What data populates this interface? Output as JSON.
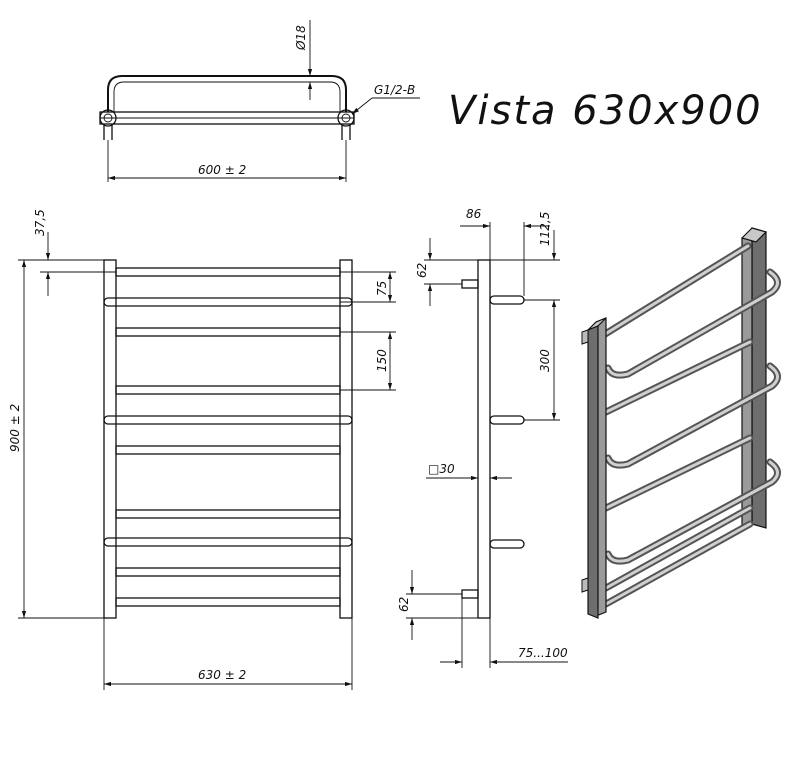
{
  "title": "Vista 630x900",
  "dimensions": {
    "pipe_diameter": "Ø18",
    "thread": "G1/2-B",
    "top_width": "600 ± 2",
    "top_offset": "37,5",
    "height": "900 ± 2",
    "spacing_75": "75",
    "spacing_150": "150",
    "width": "630 ± 2",
    "depth": "86",
    "top_gap": "112,5",
    "connection_top": "62",
    "bracket_spacing": "300",
    "profile": "□30",
    "connection_bottom": "62",
    "wall_distance": "75...100"
  }
}
